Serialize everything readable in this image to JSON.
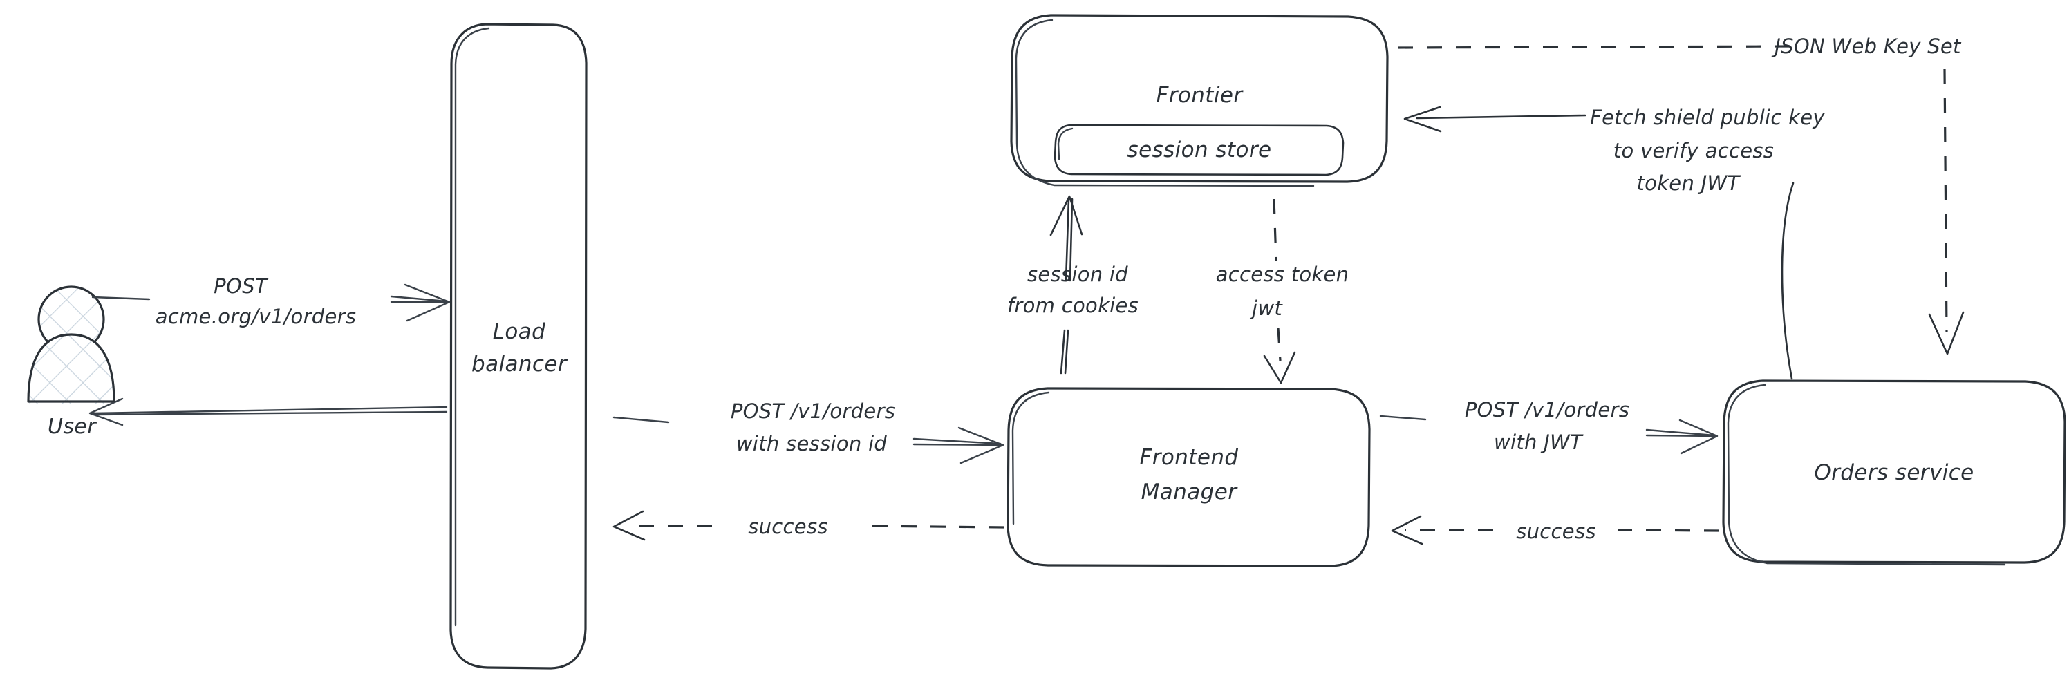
{
  "diagram": {
    "title": "Auth flow: user request through load balancer, frontend manager, frontier session store and orders service",
    "style": "hand-drawn",
    "background_color": "#ffffff",
    "stroke_color": "#2b3137"
  },
  "nodes": {
    "user": {
      "label": "User",
      "shape": "person-figure",
      "fill": "crosshatch"
    },
    "load_balancer": {
      "label_line1": "Load",
      "label_line2": "balancer",
      "shape": "rounded-rect-tall"
    },
    "frontier": {
      "label": "Frontier",
      "shape": "rounded-rect"
    },
    "session_store": {
      "label": "session store",
      "shape": "rounded-rect-nested"
    },
    "frontend_manager": {
      "label_line1": "Frontend",
      "label_line2": "Manager",
      "shape": "rounded-rect"
    },
    "orders_service": {
      "label": "Orders service",
      "shape": "rounded-rect"
    }
  },
  "edges": {
    "user_to_lb": {
      "label_line1": "POST",
      "label_line2": "acme.org/v1/orders",
      "style": "solid",
      "direction": "right"
    },
    "lb_to_user": {
      "label": "",
      "style": "solid",
      "direction": "left"
    },
    "lb_to_fm": {
      "label_line1": "POST /v1/orders",
      "label_line2": "with session id",
      "style": "solid",
      "direction": "right"
    },
    "fm_to_lb": {
      "label": "success",
      "style": "dashed",
      "direction": "left"
    },
    "fm_to_frontier": {
      "label_line1": "session id",
      "label_line2": "from cookies",
      "style": "solid",
      "direction": "up"
    },
    "frontier_to_fm": {
      "label_line1": "access token",
      "label_line2": "jwt",
      "style": "dashed",
      "direction": "down"
    },
    "fm_to_orders": {
      "label_line1": "POST /v1/orders",
      "label_line2": "with JWT",
      "style": "solid",
      "direction": "right"
    },
    "orders_to_fm": {
      "label": "success",
      "style": "dashed",
      "direction": "left"
    },
    "orders_to_frontier": {
      "label_line1": "Fetch shield public key",
      "label_line2": "to verify access",
      "label_line3": "token JWT",
      "style": "solid",
      "direction": "left-up-curve"
    },
    "frontier_to_orders_jwks": {
      "label": "JSON Web Key Set",
      "style": "dashed",
      "direction": "right-down"
    }
  }
}
